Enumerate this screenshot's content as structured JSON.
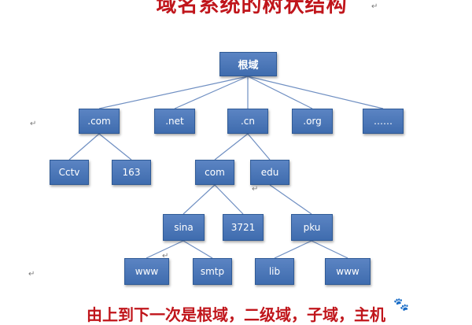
{
  "diagram": {
    "title": "域名系统的树状结构",
    "footer": "由上到下一次是根域，二级域，子域，主机",
    "line_color": "#6f8fc2",
    "node_color": "#4a76b8",
    "title_color": "#c0151b",
    "nodes": {
      "root": "根域",
      "com": ".com",
      "net": ".net",
      "cn": ".cn",
      "org": ".org",
      "more": "……",
      "cctv": "Cctv",
      "n163": "163",
      "cn_com": "com",
      "edu": "edu",
      "sina": "sina",
      "n3721": "3721",
      "pku": "pku",
      "sina_www": "www",
      "smtp": "smtp",
      "lib": "lib",
      "pku_www": "www"
    },
    "paragraph_mark": "↵",
    "watermark_icon": "paw-icon"
  }
}
